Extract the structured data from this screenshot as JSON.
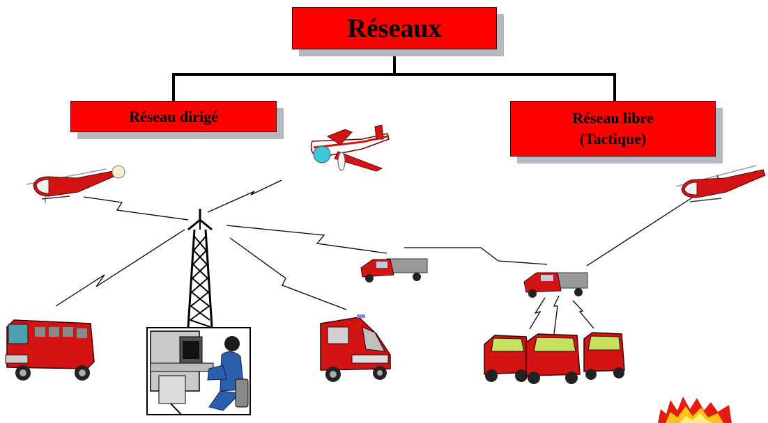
{
  "diagram": {
    "root": {
      "label": "Réseaux"
    },
    "left_branch": {
      "label": "Réseau dirigé"
    },
    "right_branch": {
      "label_line1": "Réseau libre",
      "label_line2": "(Tactique)"
    }
  },
  "colors": {
    "box_fill": "#ff0000",
    "box_shadow": "#b8b8c0",
    "connector": "#000000",
    "vehicle_red": "#d41414",
    "window_green": "#c8e060",
    "operator_blue": "#2a5fb0"
  },
  "icons": [
    "helicopter-icon",
    "airplane-icon",
    "antenna-tower-icon",
    "fire-engine-icon",
    "control-console-icon",
    "operator-icon",
    "fire-van-icon",
    "command-jeep-icon",
    "forest-truck-icon",
    "fire-flames-icon"
  ]
}
